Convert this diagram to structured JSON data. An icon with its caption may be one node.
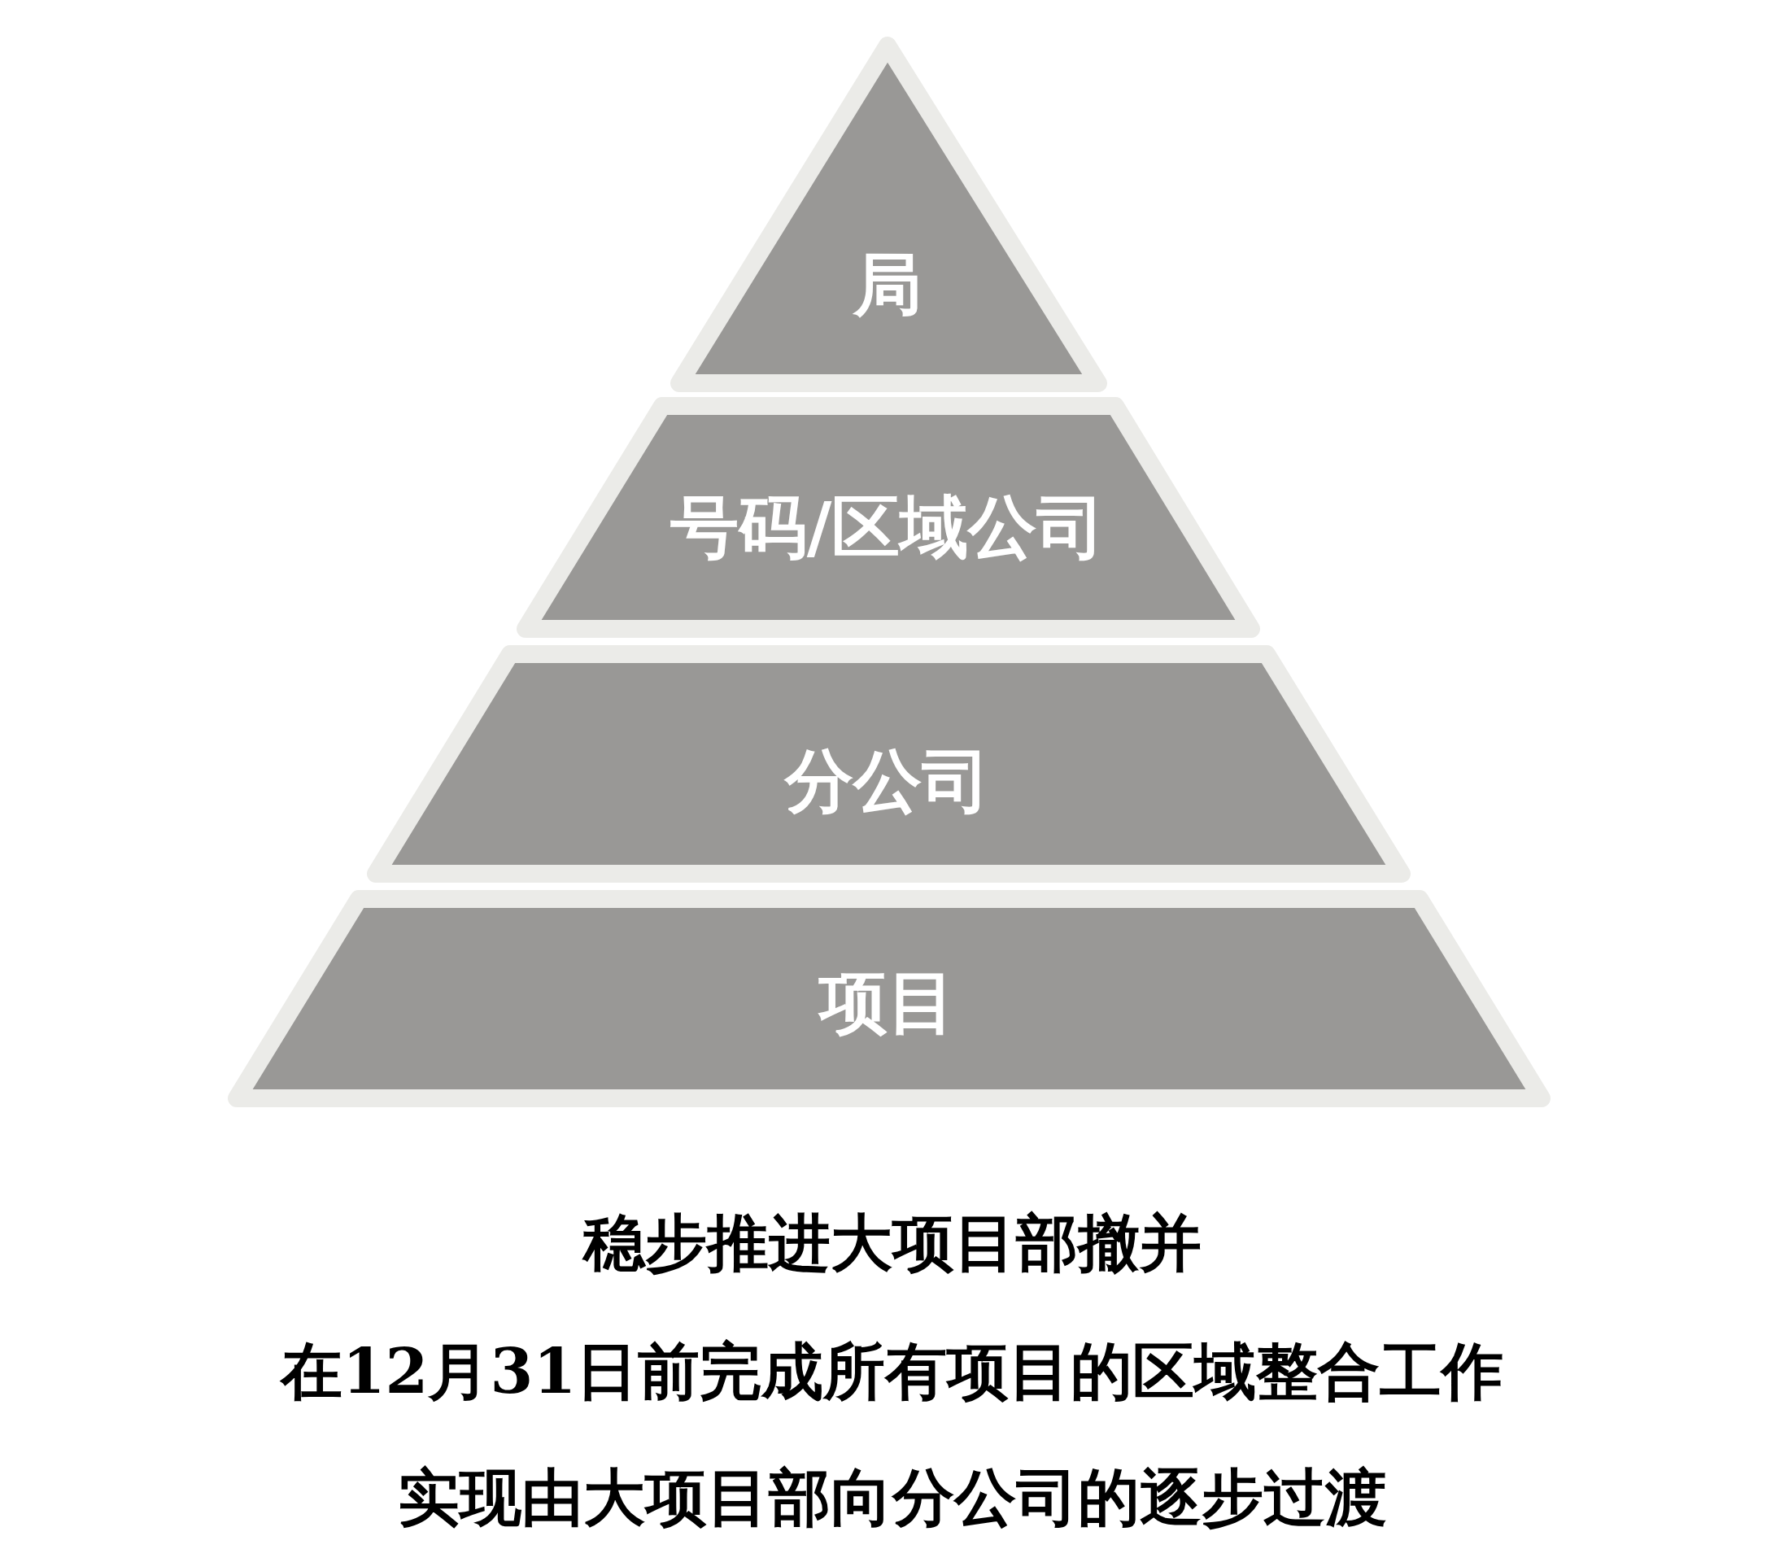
{
  "diagram": {
    "nodes": [
      {
        "text": [
          "局"
        ]
      },
      {
        "text": [
          "号码/区域公司"
        ]
      },
      {
        "text": [
          "分公司"
        ]
      },
      {
        "text": [
          "项目"
        ]
      }
    ],
    "labels": [
      "稳步推进大项目部撤并",
      "在12月31日前完成所有项目的区域整合工作",
      "实现由大项目部向分公司的逐步过渡"
    ]
  }
}
